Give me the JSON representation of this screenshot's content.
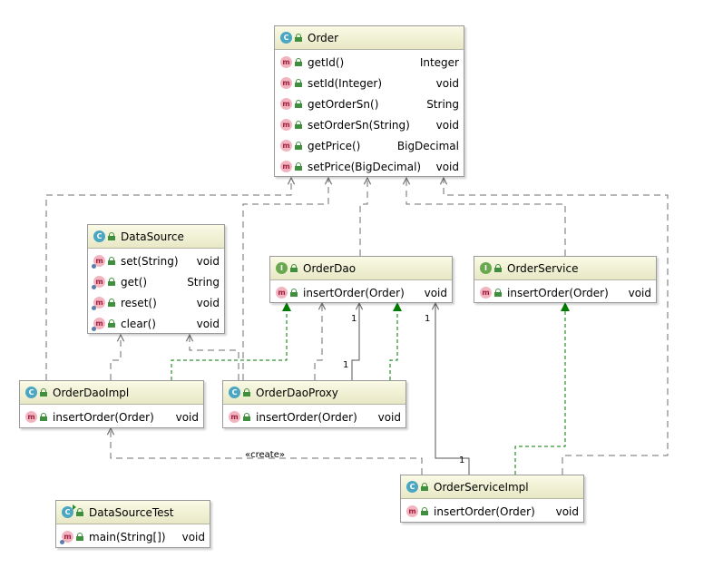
{
  "order": {
    "name": "Order",
    "methods": [
      {
        "name": "getId()",
        "type": "Integer"
      },
      {
        "name": "setId(Integer)",
        "type": "void"
      },
      {
        "name": "getOrderSn()",
        "type": "String"
      },
      {
        "name": "setOrderSn(String)",
        "type": "void"
      },
      {
        "name": "getPrice()",
        "type": "BigDecimal"
      },
      {
        "name": "setPrice(BigDecimal)",
        "type": "void"
      }
    ]
  },
  "data_source": {
    "name": "DataSource",
    "methods": [
      {
        "name": "set(String)",
        "type": "void"
      },
      {
        "name": "get()",
        "type": "String"
      },
      {
        "name": "reset()",
        "type": "void"
      },
      {
        "name": "clear()",
        "type": "void"
      }
    ]
  },
  "order_dao": {
    "name": "OrderDao",
    "methods": [
      {
        "name": "insertOrder(Order)",
        "type": "void"
      }
    ]
  },
  "order_service": {
    "name": "OrderService",
    "methods": [
      {
        "name": "insertOrder(Order)",
        "type": "void"
      }
    ]
  },
  "order_dao_impl": {
    "name": "OrderDaoImpl",
    "methods": [
      {
        "name": "insertOrder(Order)",
        "type": "void"
      }
    ]
  },
  "order_dao_proxy": {
    "name": "OrderDaoProxy",
    "methods": [
      {
        "name": "insertOrder(Order)",
        "type": "void"
      }
    ]
  },
  "order_service_impl": {
    "name": "OrderServiceImpl",
    "methods": [
      {
        "name": "insertOrder(Order)",
        "type": "void"
      }
    ]
  },
  "data_source_test": {
    "name": "DataSourceTest",
    "methods": [
      {
        "name": "main(String[])",
        "type": "void"
      }
    ]
  },
  "kind_letters": {
    "class": "C",
    "interface": "I",
    "method": "m"
  },
  "edge_labels": {
    "create": "«create»",
    "proxy_to_dao_near": "1",
    "proxy_to_dao_far": "1",
    "service_impl_to_dao_near": "1",
    "service_impl_to_dao_far": "1"
  },
  "colors": {
    "dependency": "#6e6e6e",
    "realization": "#007a00",
    "header_bg": "#f4f4dc",
    "class_icon": "#4aa6c2",
    "interface_icon": "#6aa84f",
    "method_icon": "#f2b4bf"
  }
}
